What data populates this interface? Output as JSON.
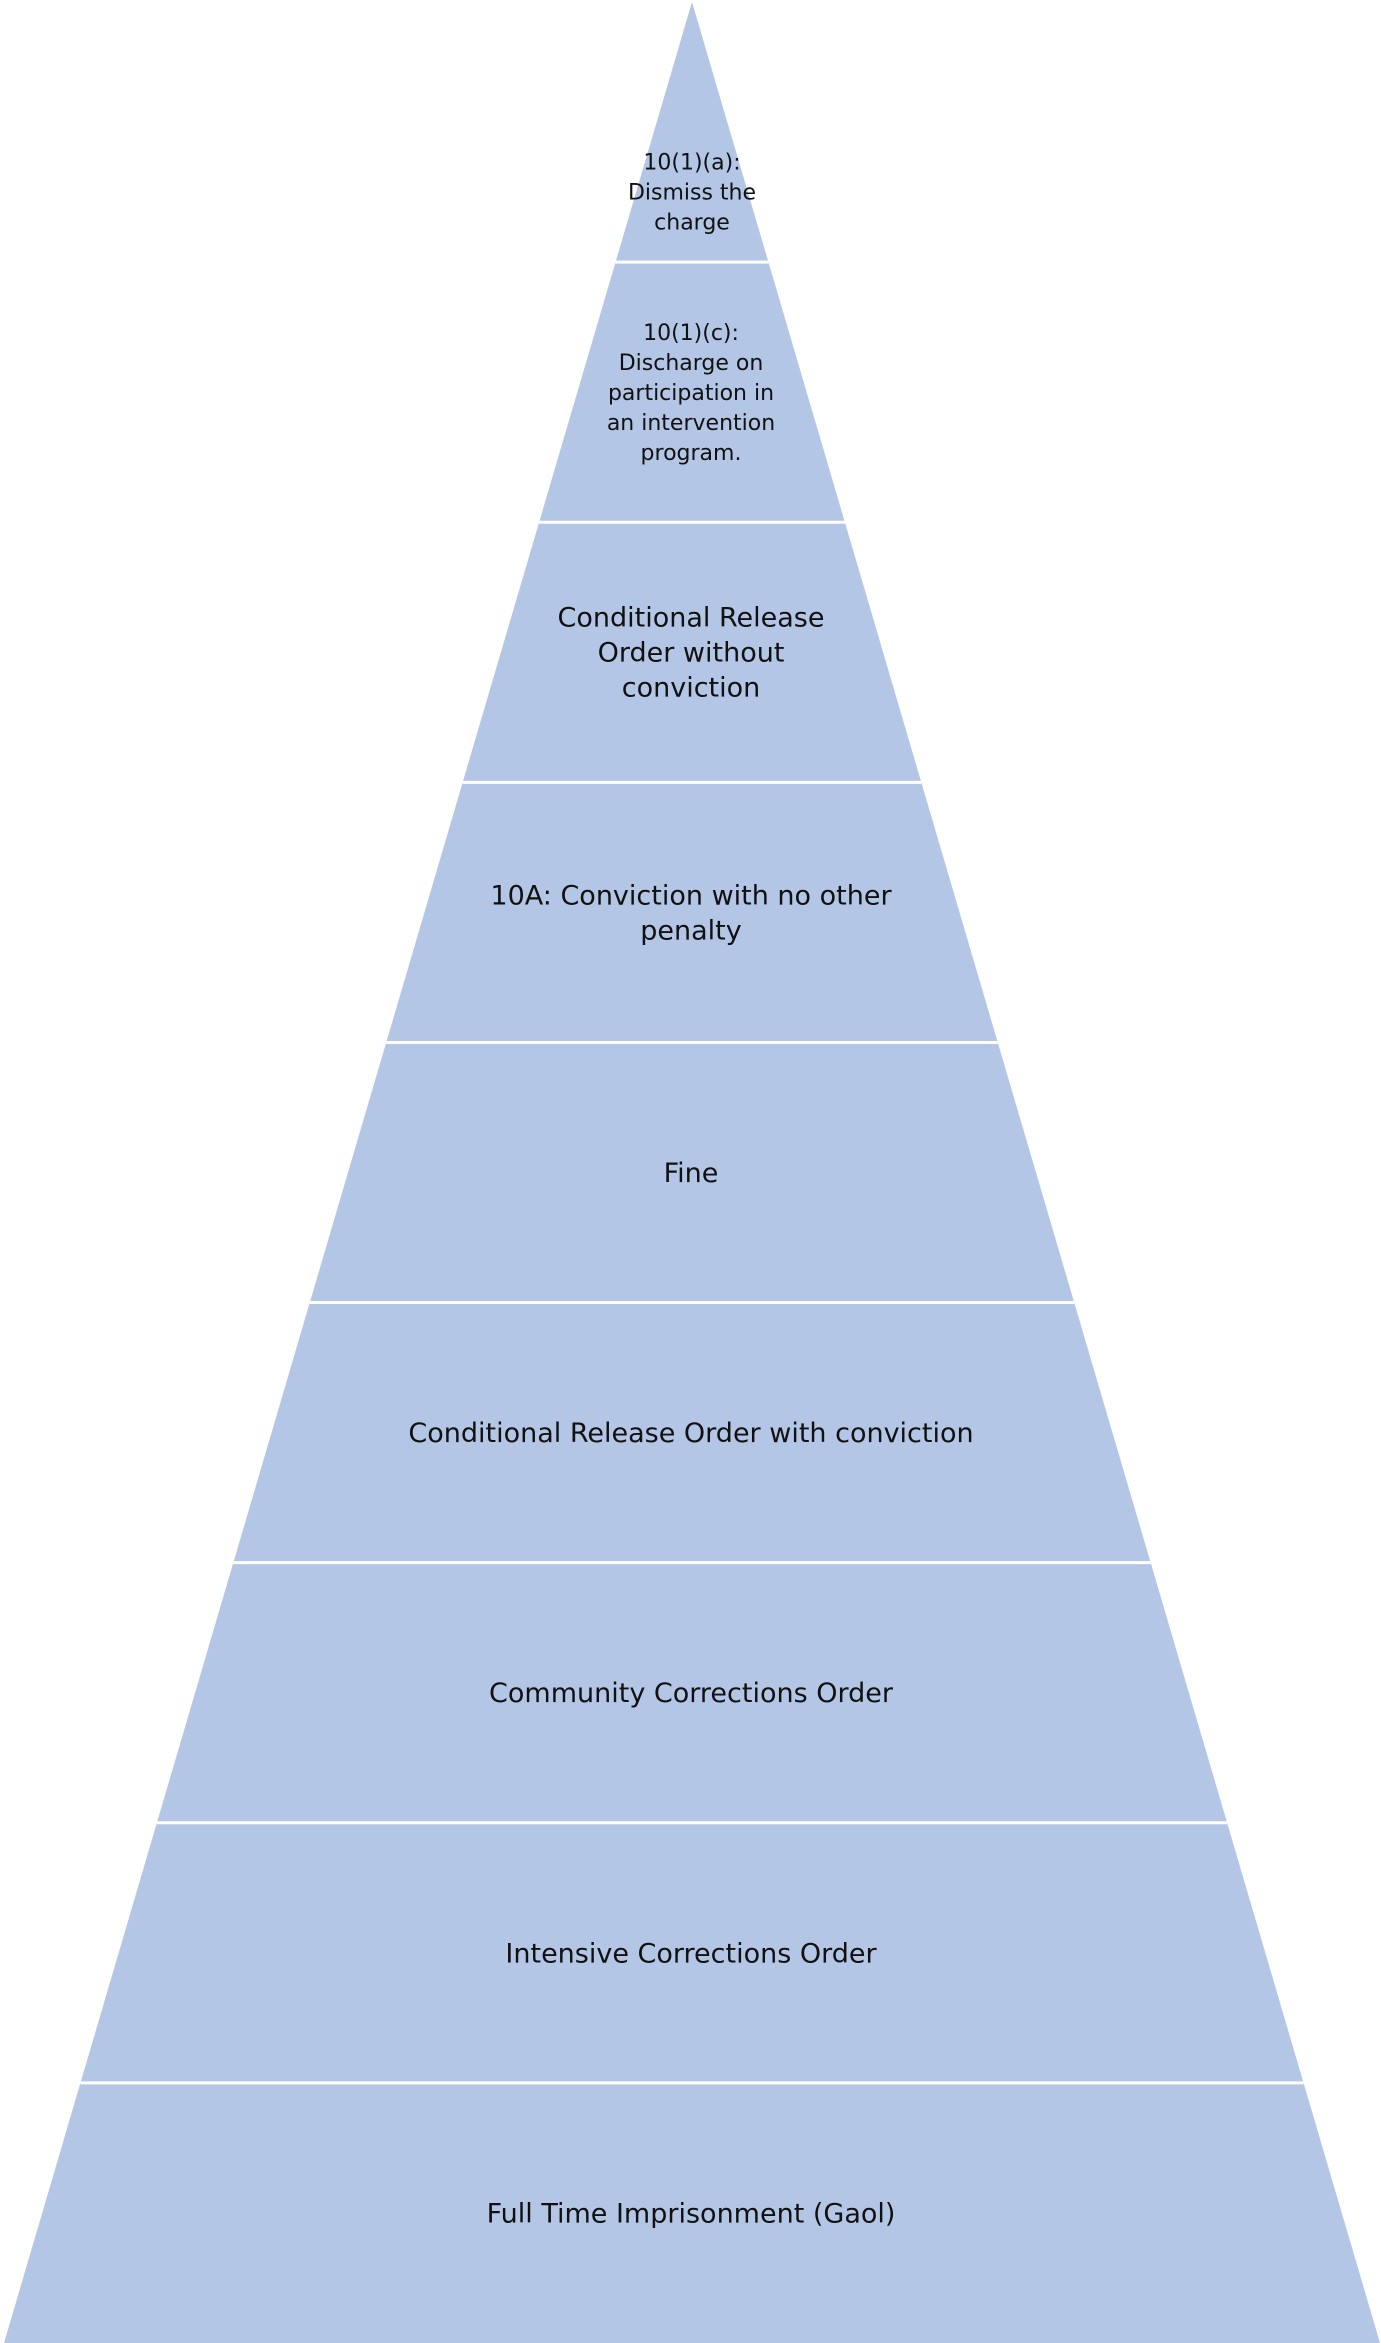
{
  "diagram": {
    "colors": {
      "fill": "#b4c6e6",
      "divider": "#ffffff",
      "text": "#111111",
      "background": "#ffffff"
    },
    "tiers": [
      {
        "label": "10(1)(a): Dismiss the charge",
        "lines": [
          "10(1)(a):",
          "Dismiss the",
          "charge"
        ]
      },
      {
        "label": "10(1)(c): Discharge on participation in an intervention program.",
        "lines": [
          "10(1)(c):",
          "Discharge on",
          "participation in",
          "an intervention",
          "program."
        ]
      },
      {
        "label": "Conditional Release Order without conviction",
        "lines": [
          "Conditional Release",
          "Order without",
          "conviction"
        ]
      },
      {
        "label": "10A: Conviction with no other penalty",
        "lines": [
          "10A: Conviction with no other",
          "penalty"
        ]
      },
      {
        "label": "Fine",
        "lines": [
          "Fine"
        ]
      },
      {
        "label": "Conditional Release Order with conviction",
        "lines": [
          "Conditional Release Order with conviction"
        ]
      },
      {
        "label": "Community Corrections Order",
        "lines": [
          "Community Corrections Order"
        ]
      },
      {
        "label": "Intensive Corrections Order",
        "lines": [
          "Intensive Corrections Order"
        ]
      },
      {
        "label": "Full Time  Imprisonment (Gaol)",
        "lines": [
          "Full Time  Imprisonment (Gaol)"
        ]
      }
    ]
  }
}
